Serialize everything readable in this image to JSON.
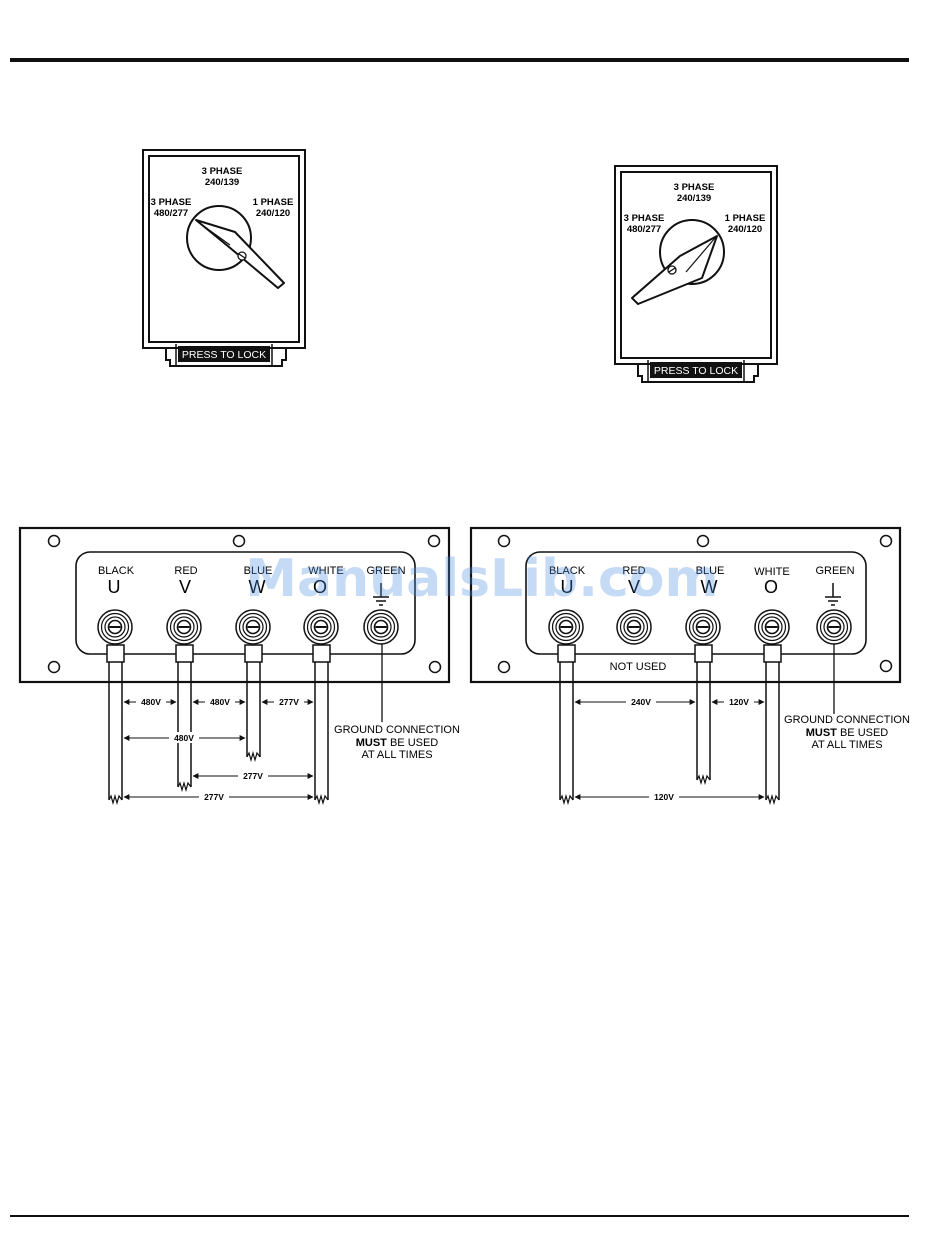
{
  "switch_left": {
    "top_label": "3 PHASE",
    "top_voltage": "240/139",
    "left_label": "3 PHASE",
    "left_voltage": "480/277",
    "right_label": "1 PHASE",
    "right_voltage": "240/120",
    "lock_label": "PRESS TO LOCK"
  },
  "switch_right": {
    "top_label": "3 PHASE",
    "top_voltage": "240/139",
    "left_label": "3 PHASE",
    "left_voltage": "480/277",
    "right_label": "1 PHASE",
    "right_voltage": "240/120",
    "lock_label": "PRESS TO LOCK"
  },
  "panel_left": {
    "colors": [
      "BLACK",
      "RED",
      "BLUE",
      "WHITE",
      "GREEN"
    ],
    "terminals": [
      "U",
      "V",
      "W",
      "O"
    ],
    "dims": {
      "uv": "480V",
      "vw": "480V",
      "wo": "277V",
      "uw": "480V",
      "vo": "277V",
      "uo": "277V"
    },
    "ground_line1": "GROUND CONNECTION",
    "ground_bold": "MUST",
    "ground_rest": " BE USED",
    "ground_line3": "AT ALL TIMES"
  },
  "panel_right": {
    "colors": [
      "BLACK",
      "RED",
      "BLUE",
      "WHITE",
      "GREEN"
    ],
    "terminals": [
      "U",
      "V",
      "W",
      "O"
    ],
    "not_used": "NOT USED",
    "dims": {
      "uw": "240V",
      "wo": "120V",
      "uo": "120V"
    },
    "ground_line1": "GROUND CONNECTION",
    "ground_bold": "MUST",
    "ground_rest": " BE USED",
    "ground_line3": "AT ALL TIMES"
  },
  "watermark": "ManualsLib.com"
}
